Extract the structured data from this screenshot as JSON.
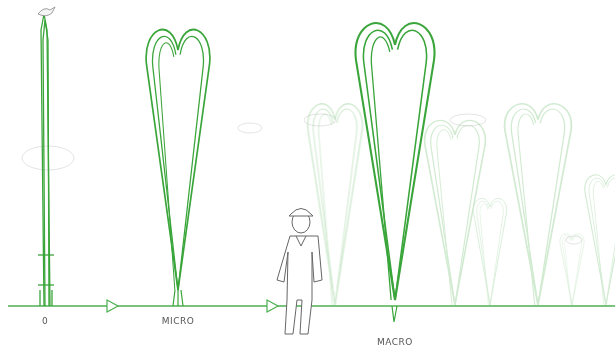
{
  "diagram": {
    "labels": [
      "0",
      "MICRO",
      "MACRO"
    ]
  }
}
